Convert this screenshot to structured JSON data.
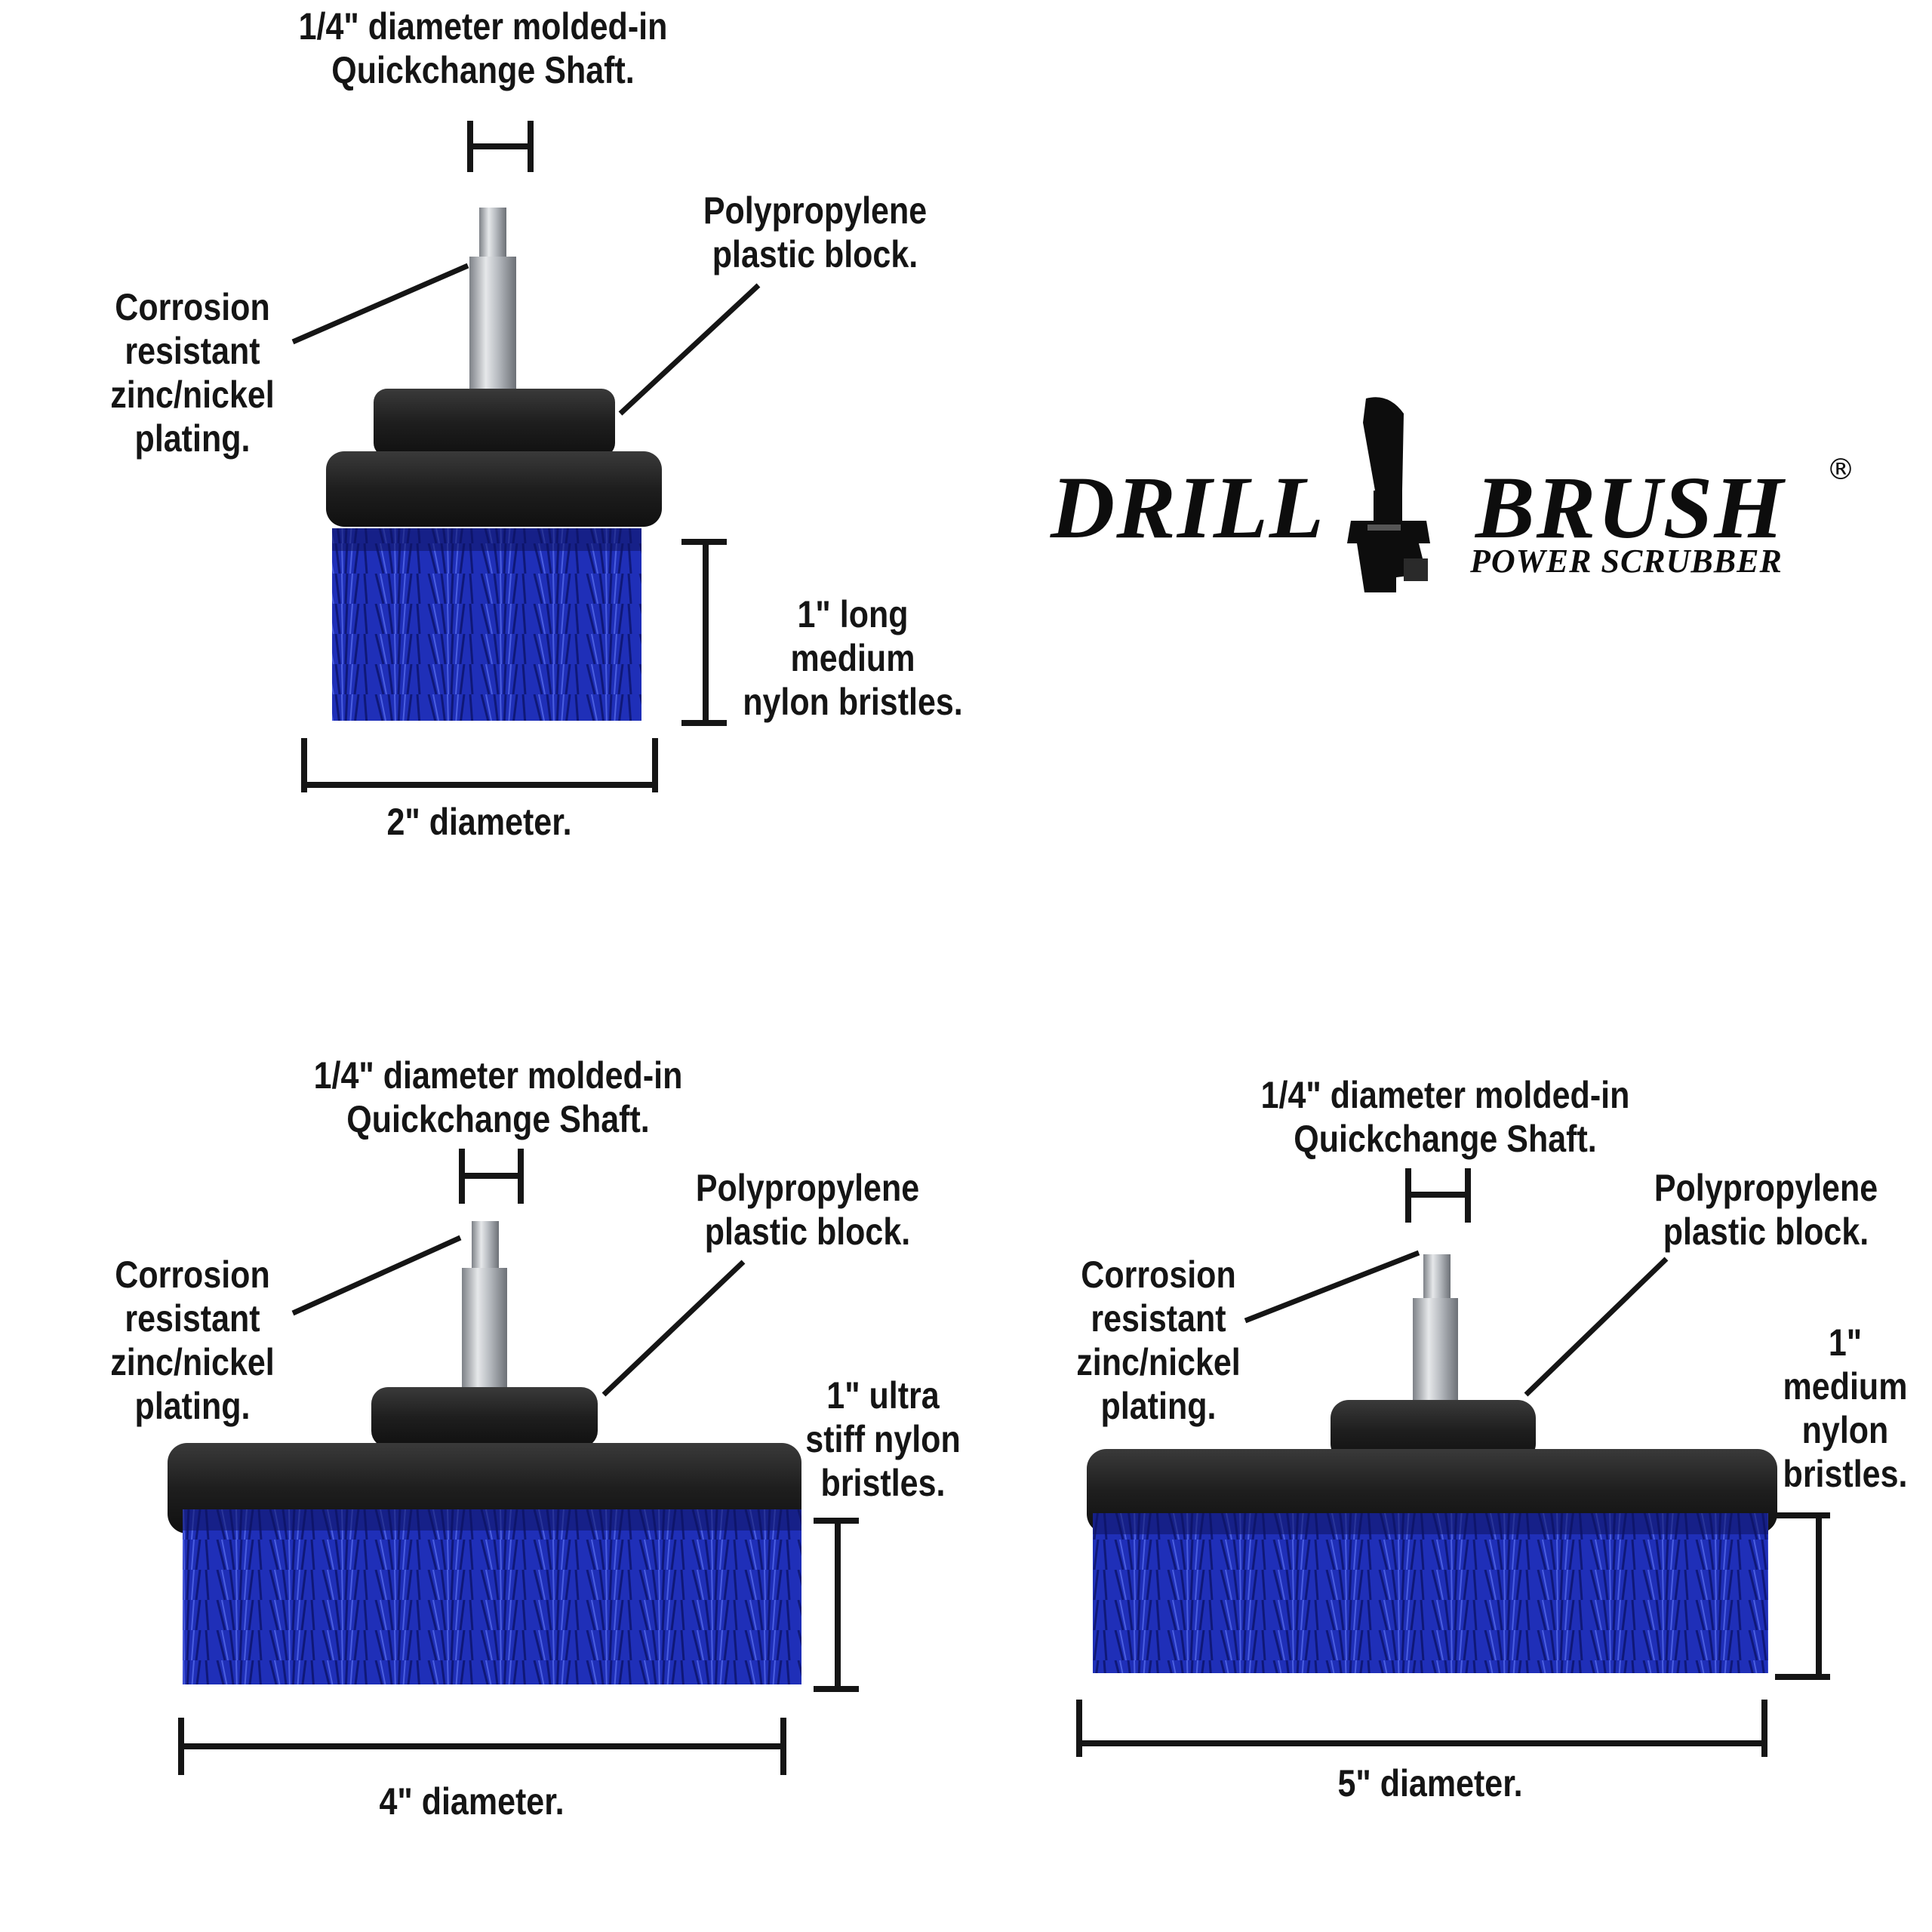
{
  "logo": {
    "word_left": "DRILL",
    "word_right": "BRUSH",
    "tagline": "POWER SCRUBBER",
    "registered": "®",
    "mascot": "drill-brush-mascot-icon"
  },
  "brushes": [
    {
      "shaft": "1/4\" diameter molded-in\nQuickchange Shaft.",
      "block": "Polypropylene\nplastic block.",
      "plating": "Corrosion\nresistant\nzinc/nickel\nplating.",
      "bristles": "1\" long\nmedium\nnylon bristles.",
      "diameter": "2\" diameter."
    },
    {
      "shaft": "1/4\" diameter molded-in\nQuickchange Shaft.",
      "block": "Polypropylene\nplastic block.",
      "plating": "Corrosion\nresistant\nzinc/nickel\nplating.",
      "bristles": "1\" ultra\nstiff nylon\nbristles.",
      "diameter": "4\" diameter."
    },
    {
      "shaft": "1/4\" diameter molded-in\nQuickchange Shaft.",
      "block": "Polypropylene\nplastic block.",
      "plating": "Corrosion\nresistant\nzinc/nickel\nplating.",
      "bristles": "1\"\nmedium\nnylon\nbristles.",
      "diameter": "5\" diameter."
    }
  ],
  "colors": {
    "bristle": "#1f2fb8",
    "bristle_dark": "#121c86",
    "block": "#1c1c1c",
    "shaft": "#b8bcc2",
    "ink": "#111111"
  }
}
